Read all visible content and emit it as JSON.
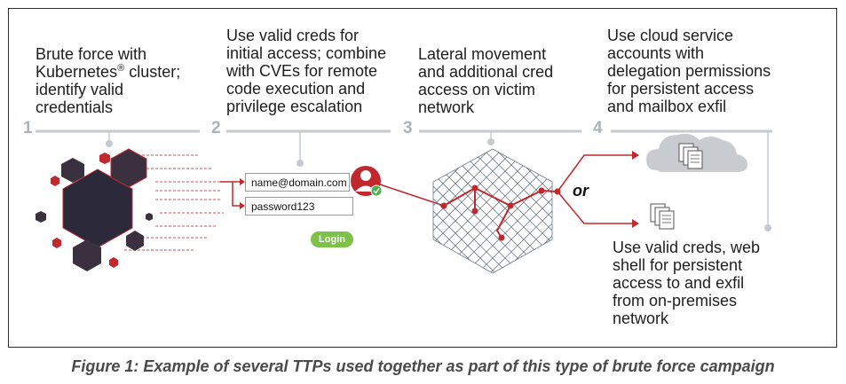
{
  "steps": [
    {
      "number": "1",
      "lines": [
        "Brute force with",
        "Kubernetes",
        "®",
        " cluster;",
        "identify valid",
        "credentials"
      ]
    },
    {
      "number": "2",
      "text": [
        "Use valid creds for",
        "initial access; combine",
        "with CVEs for remote",
        "code execution and",
        "privilege escalation"
      ]
    },
    {
      "number": "3",
      "text": [
        "Lateral movement",
        "and additional cred",
        "access on victim",
        "network"
      ]
    },
    {
      "number": "4",
      "text": [
        "Use cloud service",
        "accounts with",
        "delegation permissions",
        "for persistent access",
        "and mailbox exfil"
      ]
    }
  ],
  "login_form": {
    "username": "name@domain.com",
    "password": "password123",
    "button": "Login"
  },
  "or_label": "or",
  "bottom_note": [
    "Use valid creds, web",
    "shell for persistent",
    "access to and exfil",
    "from on-premises",
    "network"
  ],
  "caption": "Figure 1: Example of several TTPs used together as part of this type of brute force campaign",
  "colors": {
    "accent_red": "#c0282d",
    "step_gray": "#a9b3bd",
    "dark_hex": "#2c2a3a",
    "login_green": "#7cc24a",
    "cloud_gray": "#c8cbcf"
  }
}
